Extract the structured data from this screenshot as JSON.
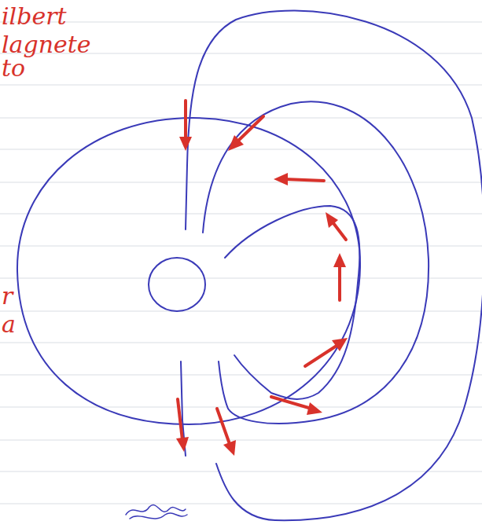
{
  "diagram": {
    "labels": [
      "ilbert",
      "lagnete",
      "to",
      "r",
      "a"
    ]
  }
}
